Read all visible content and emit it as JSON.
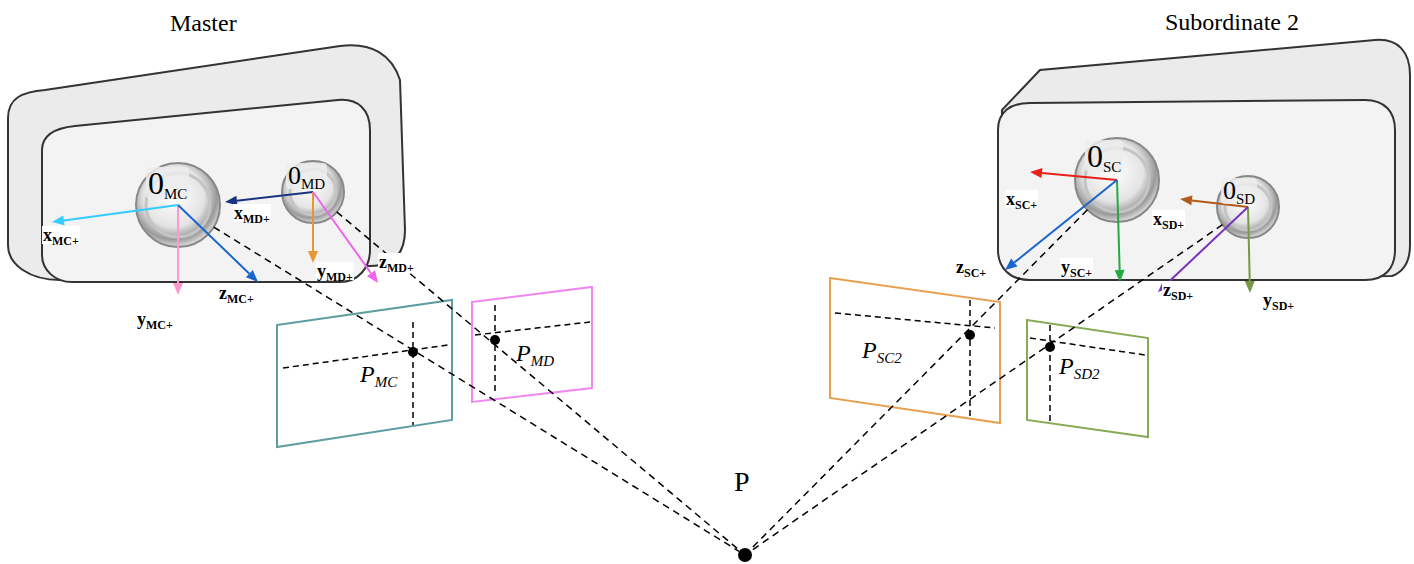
{
  "diagram": {
    "nodes": [
      {
        "text": [
          "Master"
        ]
      },
      {
        "text": [
          "0MC"
        ],
        "in": 0
      },
      {
        "text": [
          "0MD"
        ],
        "in": 0
      },
      {
        "text": [
          "Subordinate 2"
        ]
      },
      {
        "text": [
          "0SC"
        ],
        "in": 3
      },
      {
        "text": [
          "0SD"
        ],
        "in": 3
      },
      {
        "text": [
          "PMC"
        ]
      },
      {
        "text": [
          "PMD"
        ]
      },
      {
        "text": [
          "PSC2"
        ]
      },
      {
        "text": [
          "PSD2"
        ]
      },
      {
        "text": [
          "P"
        ]
      }
    ],
    "edges": [
      {
        "from": 1,
        "to": 10,
        "arrow": "none"
      },
      {
        "from": 2,
        "to": 10,
        "arrow": "none"
      },
      {
        "from": 4,
        "to": 10,
        "arrow": "none"
      },
      {
        "from": 5,
        "to": 10,
        "arrow": "none"
      }
    ],
    "labels": [
      "xMC+",
      "yMC+",
      "zMC+",
      "xMD+",
      "yMD+",
      "zMD+",
      "xSC+",
      "ySC+",
      "zSC+",
      "xSD+",
      "ySD+",
      "zSD+"
    ]
  }
}
